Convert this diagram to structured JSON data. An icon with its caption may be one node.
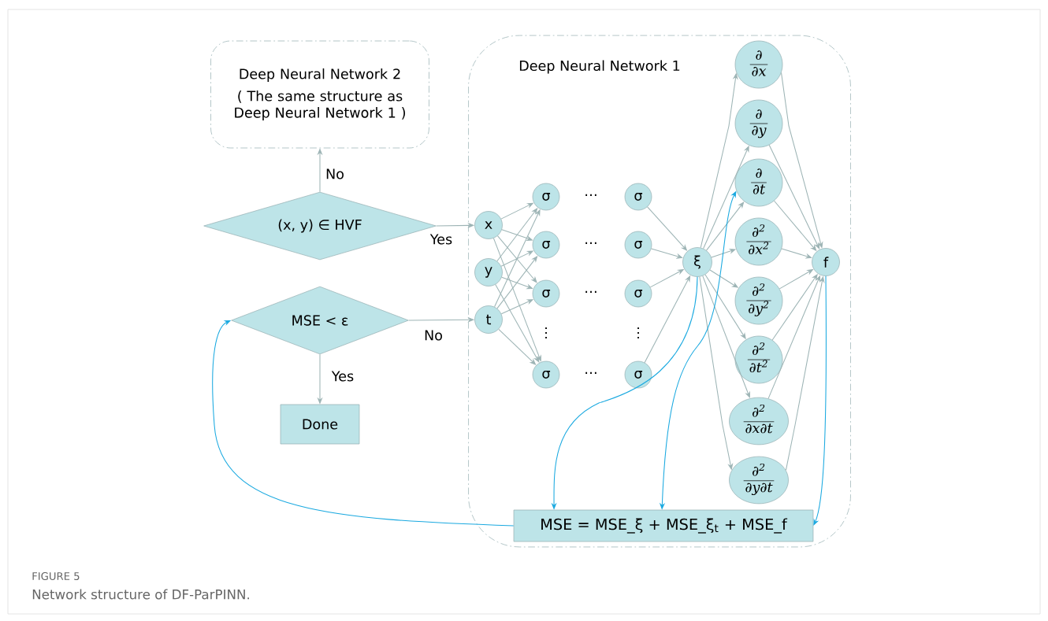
{
  "diagram": {
    "title": "FIGURE 5",
    "caption": "Network structure of DF-ParPINN.",
    "nodes": [
      {
        "text": [
          "Deep Neural Network 2",
          "( The same structure as Deep Neural Network 1 )"
        ]
      },
      {
        "text": [
          "Deep Neural Network 1"
        ]
      },
      {
        "text": [
          "(x, y) ∈ HVF"
        ]
      },
      {
        "text": [
          "MSE < ε"
        ]
      },
      {
        "text": [
          "Done"
        ]
      },
      {
        "text": [
          "x"
        ],
        "in": 1
      },
      {
        "text": [
          "y"
        ],
        "in": 1
      },
      {
        "text": [
          "t"
        ],
        "in": 1
      },
      {
        "text": [
          "σ"
        ],
        "in": 1
      },
      {
        "text": [
          "σ"
        ],
        "in": 1
      },
      {
        "text": [
          "σ"
        ],
        "in": 1
      },
      {
        "text": [
          "σ"
        ],
        "in": 1
      },
      {
        "text": [
          "σ"
        ],
        "in": 1
      },
      {
        "text": [
          "σ"
        ],
        "in": 1
      },
      {
        "text": [
          "σ"
        ],
        "in": 1
      },
      {
        "text": [
          "σ"
        ],
        "in": 1
      },
      {
        "text": [
          "ξ"
        ],
        "in": 1
      },
      {
        "text": [
          "∂",
          "∂x"
        ],
        "in": 1
      },
      {
        "text": [
          "∂",
          "∂y"
        ],
        "in": 1
      },
      {
        "text": [
          "∂",
          "∂t"
        ],
        "in": 1
      },
      {
        "text": [
          "∂$^{2}$",
          "∂x$^{2}$"
        ],
        "in": 1
      },
      {
        "text": [
          "∂$^{2}$",
          "∂y$^{2}$"
        ],
        "in": 1
      },
      {
        "text": [
          "∂$^{2}$",
          "∂t$^{2}$"
        ],
        "in": 1
      },
      {
        "text": [
          "∂$^{2}$",
          "∂x∂t"
        ],
        "in": 1
      },
      {
        "text": [
          "∂$^{2}$",
          "∂y∂t"
        ],
        "in": 1
      },
      {
        "text": [
          "f"
        ],
        "in": 1
      },
      {
        "text": [
          "MSE = MSE_ξ + MSE_ξ$_{t}$ + MSE_f"
        ],
        "in": 1
      }
    ],
    "edges": [
      {
        "from": 2,
        "to": 0,
        "arrow": "to",
        "label": "No"
      },
      {
        "from": 2,
        "to": 5,
        "arrow": "to",
        "label": "Yes"
      },
      {
        "from": 3,
        "to": 7,
        "arrow": "to",
        "label": "No"
      },
      {
        "from": 3,
        "to": 4,
        "arrow": "to",
        "label": "Yes"
      },
      {
        "from": 5,
        "to": 8,
        "arrow": "to"
      },
      {
        "from": 5,
        "to": 9,
        "arrow": "to"
      },
      {
        "from": 5,
        "to": 10,
        "arrow": "to"
      },
      {
        "from": 5,
        "to": 11,
        "arrow": "to"
      },
      {
        "from": 6,
        "to": 8,
        "arrow": "to"
      },
      {
        "from": 6,
        "to": 9,
        "arrow": "to"
      },
      {
        "from": 6,
        "to": 10,
        "arrow": "to"
      },
      {
        "from": 6,
        "to": 11,
        "arrow": "to"
      },
      {
        "from": 7,
        "to": 8,
        "arrow": "to"
      },
      {
        "from": 7,
        "to": 9,
        "arrow": "to"
      },
      {
        "from": 7,
        "to": 10,
        "arrow": "to"
      },
      {
        "from": 7,
        "to": 11,
        "arrow": "to"
      },
      {
        "from": 12,
        "to": 16,
        "arrow": "to"
      },
      {
        "from": 13,
        "to": 16,
        "arrow": "to"
      },
      {
        "from": 14,
        "to": 16,
        "arrow": "to"
      },
      {
        "from": 15,
        "to": 16,
        "arrow": "to"
      },
      {
        "from": 16,
        "to": 17,
        "arrow": "to"
      },
      {
        "from": 16,
        "to": 18,
        "arrow": "to"
      },
      {
        "from": 16,
        "to": 19,
        "arrow": "to"
      },
      {
        "from": 16,
        "to": 20,
        "arrow": "to"
      },
      {
        "from": 16,
        "to": 21,
        "arrow": "to"
      },
      {
        "from": 16,
        "to": 22,
        "arrow": "to"
      },
      {
        "from": 16,
        "to": 23,
        "arrow": "to"
      },
      {
        "from": 16,
        "to": 24,
        "arrow": "to"
      },
      {
        "from": 17,
        "to": 25,
        "arrow": "to"
      },
      {
        "from": 18,
        "to": 25,
        "arrow": "to"
      },
      {
        "from": 19,
        "to": 25,
        "arrow": "to"
      },
      {
        "from": 20,
        "to": 25,
        "arrow": "to"
      },
      {
        "from": 21,
        "to": 25,
        "arrow": "to"
      },
      {
        "from": 22,
        "to": 25,
        "arrow": "to"
      },
      {
        "from": 23,
        "to": 25,
        "arrow": "to"
      },
      {
        "from": 24,
        "to": 25,
        "arrow": "to"
      },
      {
        "from": 16,
        "to": 26,
        "arrow": "to",
        "color": "#1aa9e0"
      },
      {
        "from": 26,
        "to": 19,
        "arrow": "both",
        "color": "#1aa9e0"
      },
      {
        "from": 25,
        "to": 26,
        "arrow": "to",
        "color": "#1aa9e0"
      },
      {
        "from": 26,
        "to": 3,
        "arrow": "to",
        "color": "#1aa9e0"
      }
    ],
    "labels": [
      "⋯",
      "⋯",
      "⋯",
      "⋯",
      "⋮",
      "⋮"
    ]
  }
}
